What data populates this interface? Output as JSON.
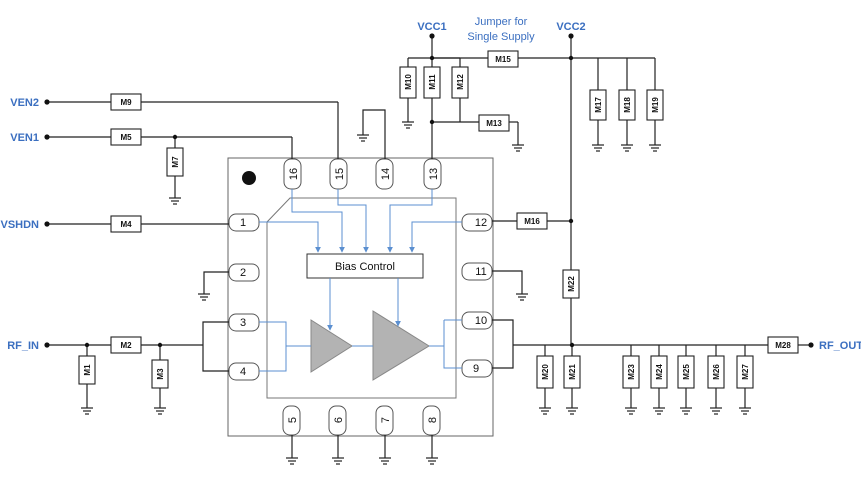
{
  "nets": {
    "vcc1": "VCC1",
    "vcc2": "VCC2",
    "ven2": "VEN2",
    "ven1": "VEN1",
    "vshdn": "VSHDN",
    "rf_in": "RF_IN",
    "rf_out": "RF_OUT"
  },
  "jumper_note": [
    "Jumper for",
    "Single Supply"
  ],
  "bias_block": "Bias Control",
  "components": [
    "M1",
    "M2",
    "M3",
    "M4",
    "M5",
    "M7",
    "M9",
    "M10",
    "M11",
    "M12",
    "M13",
    "M15",
    "M16",
    "M17",
    "M18",
    "M19",
    "M20",
    "M21",
    "M22",
    "M23",
    "M24",
    "M25",
    "M26",
    "M27",
    "M28"
  ],
  "pins": [
    "1",
    "2",
    "3",
    "4",
    "5",
    "6",
    "7",
    "8",
    "9",
    "10",
    "11",
    "12",
    "13",
    "14",
    "15",
    "16"
  ]
}
